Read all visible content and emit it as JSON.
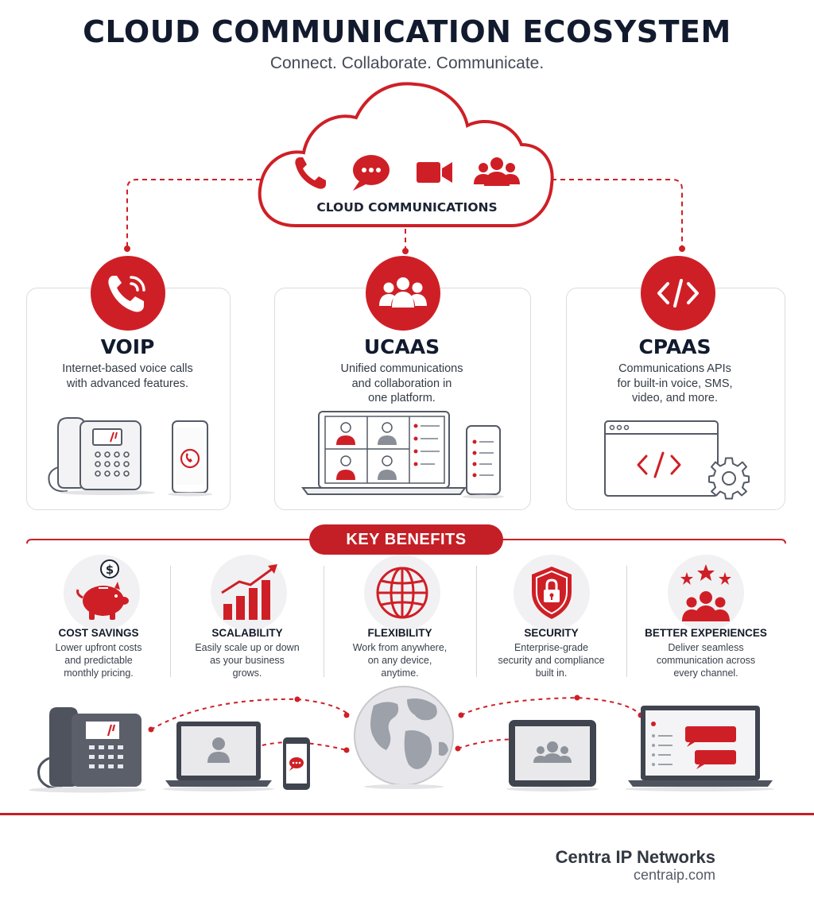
{
  "header": {
    "title": "CLOUD COMMUNICATION ECOSYSTEM",
    "subtitle": "Connect. Collaborate. Communicate."
  },
  "cloud": {
    "label": "CLOUD COMMUNICATIONS",
    "icons": [
      "phone-icon",
      "chat-icon",
      "video-icon",
      "group-icon"
    ]
  },
  "services": [
    {
      "title": "VOIP",
      "icon": "phone-waves-icon",
      "description": [
        "Internet-based voice calls",
        "with advanced features."
      ]
    },
    {
      "title": "UCAAS",
      "icon": "group-icon",
      "description": [
        "Unified communications",
        "and collaboration in",
        "one platform."
      ]
    },
    {
      "title": "CPAAS",
      "icon": "code-icon",
      "description": [
        "Communications APIs",
        "for built-in voice, SMS,",
        "video, and more."
      ]
    }
  ],
  "benefits": {
    "heading": "KEY BENEFITS",
    "items": [
      {
        "title": "COST SAVINGS",
        "icon": "piggy-bank-icon",
        "description": [
          "Lower upfront costs",
          "and predictable",
          "monthly pricing."
        ]
      },
      {
        "title": "SCALABILITY",
        "icon": "growth-chart-icon",
        "description": [
          "Easily scale up or down",
          "as your business",
          "grows."
        ]
      },
      {
        "title": "FLEXIBILITY",
        "icon": "globe-icon",
        "description": [
          "Work from anywhere,",
          "on any device,",
          "anytime."
        ]
      },
      {
        "title": "SECURITY",
        "icon": "shield-lock-icon",
        "description": [
          "Enterprise-grade",
          "security and compliance",
          "built in."
        ]
      },
      {
        "title": "BETTER EXPERIENCES",
        "icon": "rated-users-icon",
        "description": [
          "Deliver seamless",
          "communication across",
          "every channel."
        ]
      }
    ]
  },
  "footer": {
    "company": "Centra IP Networks",
    "website": "centraip.com"
  },
  "colors": {
    "accent": "#cf1f26",
    "dark": "#121a2e",
    "gray": "#5a5f6a"
  }
}
